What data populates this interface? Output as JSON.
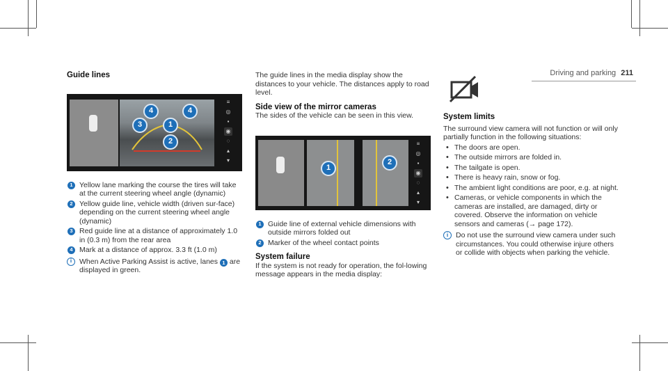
{
  "header": {
    "section": "Driving and parking",
    "page_number": "211"
  },
  "col1": {
    "heading": "Guide lines",
    "items": [
      {
        "num": "1",
        "text": "Yellow lane marking the course the tires will take at the current steering wheel angle (dynamic)"
      },
      {
        "num": "2",
        "text": "Yellow guide line, vehicle width (driven sur-face) depending on the current steering wheel angle (dynamic)"
      },
      {
        "num": "3",
        "text": "Red guide line at a distance of approximately 1.0 in (0.3 m) from the rear area"
      },
      {
        "num": "4",
        "text": "Mark at a distance of approx. 3.3 ft (1.0 m)"
      }
    ],
    "info_text_a": "When Active Parking Assist is active, lanes",
    "info_num": "1",
    "info_text_b": "are displayed in green."
  },
  "col2": {
    "intro": "The guide lines in the media display show the distances to your vehicle. The distances apply to road level.",
    "heading1": "Side view of the mirror cameras",
    "text1": "The sides of the vehicle can be seen in this view.",
    "items": [
      {
        "num": "1",
        "text": "Guide line of external vehicle dimensions with outside mirrors folded out"
      },
      {
        "num": "2",
        "text": "Marker of the wheel contact points"
      }
    ],
    "heading2": "System failure",
    "text2": "If the system is not ready for operation, the fol-lowing message appears in the media display:"
  },
  "col3": {
    "icon": "camera-off-icon",
    "heading": "System limits",
    "intro": "The surround view camera will not function or will only partially function in the following situations:",
    "bullets": [
      "The doors are open.",
      "The outside mirrors are folded in.",
      "The tailgate is open.",
      "There is heavy rain, snow or fog.",
      "The ambient light conditions are poor, e.g. at night.",
      "Cameras, or vehicle components in which the cameras are installed, are damaged, dirty or covered. Observe the information on vehicle sensors and cameras (→ page 172)."
    ],
    "info": "Do not use the surround view camera under such circumstances. You could otherwise injure others or collide with objects when parking the vehicle."
  },
  "figure1_callouts": [
    "4",
    "4",
    "3",
    "1",
    "2"
  ],
  "figure2_callouts": [
    "1",
    "2"
  ],
  "colors": {
    "accent": "#1e6fb8"
  }
}
